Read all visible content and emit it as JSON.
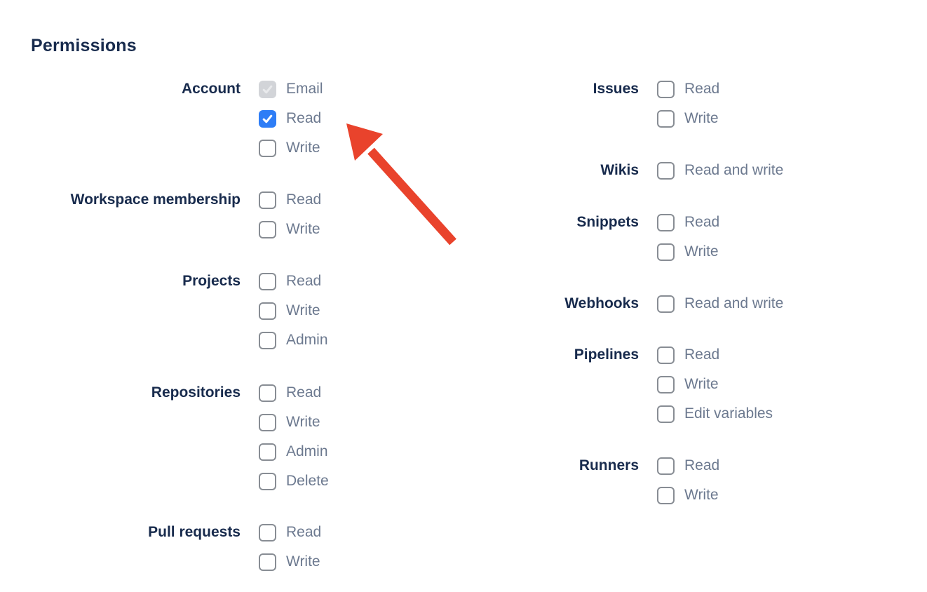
{
  "page": {
    "title": "Permissions"
  },
  "colors": {
    "heading_text": "#182B4D",
    "option_text": "#6C798F",
    "checkbox_checked_bg": "#2E7DF6",
    "checkbox_disabled_bg": "#D2D4D8",
    "checkbox_border": "#888D94",
    "arrow": "#E9432C"
  },
  "columns": [
    {
      "groups": [
        {
          "label": "Account",
          "options": [
            {
              "label": "Email",
              "checked": true,
              "disabled": true
            },
            {
              "label": "Read",
              "checked": true,
              "disabled": false
            },
            {
              "label": "Write",
              "checked": false,
              "disabled": false
            }
          ]
        },
        {
          "label": "Workspace membership",
          "options": [
            {
              "label": "Read",
              "checked": false,
              "disabled": false
            },
            {
              "label": "Write",
              "checked": false,
              "disabled": false
            }
          ]
        },
        {
          "label": "Projects",
          "options": [
            {
              "label": "Read",
              "checked": false,
              "disabled": false
            },
            {
              "label": "Write",
              "checked": false,
              "disabled": false
            },
            {
              "label": "Admin",
              "checked": false,
              "disabled": false
            }
          ]
        },
        {
          "label": "Repositories",
          "options": [
            {
              "label": "Read",
              "checked": false,
              "disabled": false
            },
            {
              "label": "Write",
              "checked": false,
              "disabled": false
            },
            {
              "label": "Admin",
              "checked": false,
              "disabled": false
            },
            {
              "label": "Delete",
              "checked": false,
              "disabled": false
            }
          ]
        },
        {
          "label": "Pull requests",
          "options": [
            {
              "label": "Read",
              "checked": false,
              "disabled": false
            },
            {
              "label": "Write",
              "checked": false,
              "disabled": false
            }
          ]
        }
      ]
    },
    {
      "groups": [
        {
          "label": "Issues",
          "options": [
            {
              "label": "Read",
              "checked": false,
              "disabled": false
            },
            {
              "label": "Write",
              "checked": false,
              "disabled": false
            }
          ]
        },
        {
          "label": "Wikis",
          "options": [
            {
              "label": "Read and write",
              "checked": false,
              "disabled": false
            }
          ]
        },
        {
          "label": "Snippets",
          "options": [
            {
              "label": "Read",
              "checked": false,
              "disabled": false
            },
            {
              "label": "Write",
              "checked": false,
              "disabled": false
            }
          ]
        },
        {
          "label": "Webhooks",
          "options": [
            {
              "label": "Read and write",
              "checked": false,
              "disabled": false
            }
          ]
        },
        {
          "label": "Pipelines",
          "options": [
            {
              "label": "Read",
              "checked": false,
              "disabled": false
            },
            {
              "label": "Write",
              "checked": false,
              "disabled": false
            },
            {
              "label": "Edit variables",
              "checked": false,
              "disabled": false
            }
          ]
        },
        {
          "label": "Runners",
          "options": [
            {
              "label": "Read",
              "checked": false,
              "disabled": false
            },
            {
              "label": "Write",
              "checked": false,
              "disabled": false
            }
          ]
        }
      ]
    }
  ],
  "annotation": {
    "type": "arrow",
    "points_to": "Account Read checkbox"
  }
}
